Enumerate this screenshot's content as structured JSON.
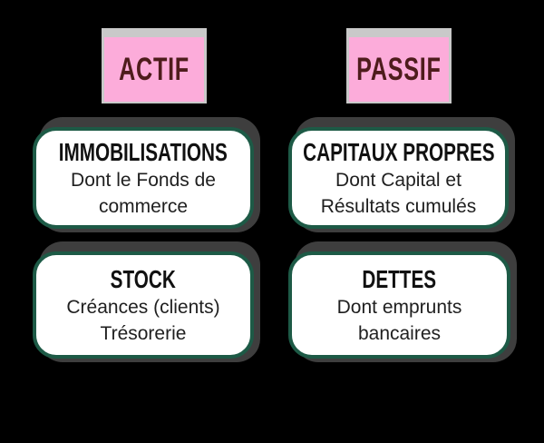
{
  "page": {
    "background_color": "#000000",
    "description": "Balance sheet diagram with ACTIF and PASSIF columns"
  },
  "colors": {
    "pink_header_bg": "#FCACDA",
    "pink_header_backing": "#C9C9C9",
    "pink_header_text": "#4E1C1C",
    "card_border_green": "#1D5A46",
    "card_shadow_gray": "#3E3E3E",
    "card_bg": "#FFFFFF",
    "card_text": "#111111"
  },
  "columns": [
    {
      "header": "ACTIF",
      "cards": [
        {
          "title": "IMMOBILISATIONS",
          "body": [
            "Dont le Fonds de",
            "commerce"
          ]
        },
        {
          "title": "STOCK",
          "body": [
            "Créances (clients)",
            "Trésorerie"
          ]
        }
      ]
    },
    {
      "header": "PASSIF",
      "cards": [
        {
          "title": "CAPITAUX PROPRES",
          "body": [
            "Dont Capital et",
            "Résultats cumulés"
          ]
        },
        {
          "title": "DETTES",
          "body": [
            "Dont emprunts",
            "bancaires"
          ]
        }
      ]
    }
  ]
}
